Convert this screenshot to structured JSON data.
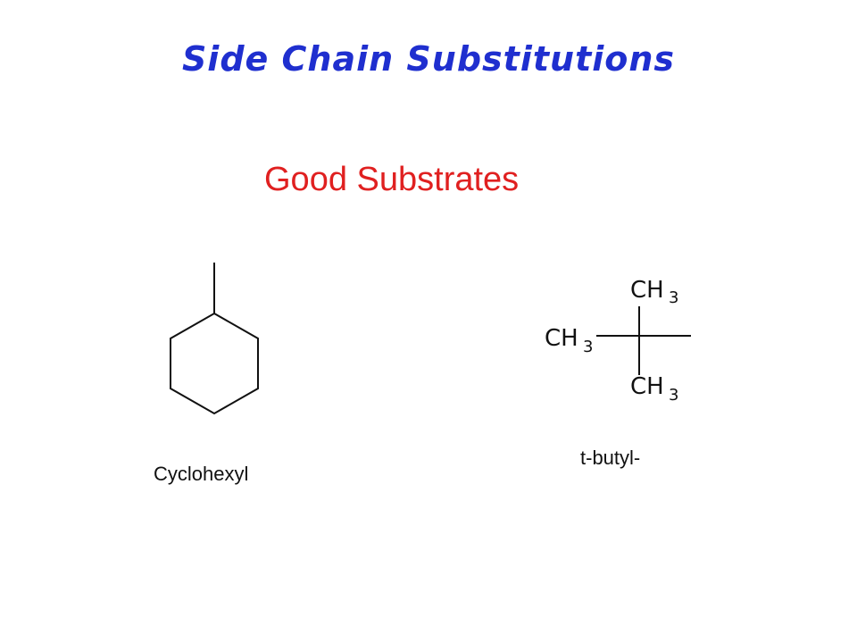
{
  "slide": {
    "title": "Side Chain Substitutions",
    "subtitle": "Good Substrates",
    "colors": {
      "title": "#1f2fcf",
      "subtitle": "#e02020"
    }
  },
  "structures": {
    "cyclohexyl": {
      "label": "Cyclohexyl"
    },
    "tbutyl": {
      "label": "t-butyl-",
      "group_top": {
        "base": "CH",
        "sub": "3"
      },
      "group_left": {
        "base": "CH",
        "sub": "3"
      },
      "group_bottom": {
        "base": "CH",
        "sub": "3"
      }
    }
  }
}
